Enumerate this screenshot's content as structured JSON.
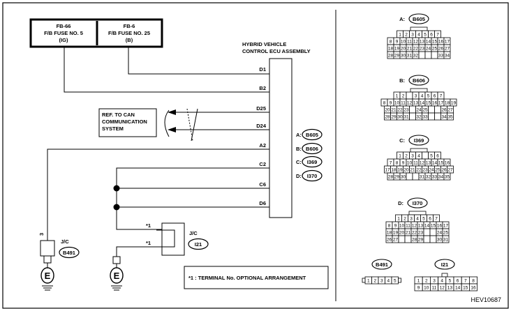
{
  "diagram_id": "HEV10687",
  "fuses": [
    {
      "id": "FB-66",
      "name": "F/B FUSE NO. 5",
      "note": "(IG)"
    },
    {
      "id": "FB-6",
      "name": "F/B FUSE NO. 25",
      "note": "(B)"
    }
  ],
  "ecu": {
    "title_line1": "HYBRID VEHICLE",
    "title_line2": "CONTROL ECU ASSEMBLY",
    "pins": [
      "D1",
      "B2",
      "D25",
      "D24",
      "A2",
      "C2",
      "C6",
      "D6"
    ],
    "connectors": [
      {
        "letter": "A:",
        "code": "B605"
      },
      {
        "letter": "B:",
        "code": "B606"
      },
      {
        "letter": "C:",
        "code": "I369"
      },
      {
        "letter": "D:",
        "code": "I370"
      }
    ]
  },
  "can_ref": {
    "line1": "REF. TO CAN",
    "line2": "COMMUNICATION",
    "line3": "SYSTEM"
  },
  "jc_left": {
    "label": "J/C",
    "code": "B491",
    "pin": "3"
  },
  "jc_right": {
    "label": "J/C",
    "code": "I21",
    "marks": [
      "*1",
      "*1"
    ]
  },
  "ground_symbol": "E",
  "footnote": "*1   : TERMINAL No. OPTIONAL ARRANGEMENT",
  "pinouts": [
    {
      "title": "A:",
      "code": "B605",
      "rows": [
        [
          "1",
          "2",
          "3",
          "4",
          "5",
          "6",
          "7"
        ],
        [
          "8",
          "9",
          "10",
          "11",
          "12",
          "13",
          "14",
          "15",
          "16",
          "17"
        ],
        [
          "18",
          "19",
          "20",
          "21",
          "22",
          "23",
          "24",
          "25",
          "26",
          "27"
        ],
        [
          "28",
          "29",
          "30",
          "31",
          "32",
          "",
          "",
          "",
          "33",
          "34"
        ]
      ]
    },
    {
      "title": "B:",
      "code": "B606",
      "rows": [
        [
          "1",
          "2",
          "",
          "3",
          "4",
          "5",
          "6",
          "7"
        ],
        [
          "8",
          "9",
          "10",
          "11",
          "12",
          "13",
          "14",
          "15",
          "16",
          "17",
          "18",
          "19"
        ],
        [
          "20",
          "21",
          "22",
          "23",
          "",
          "24",
          "25",
          "",
          "",
          "26",
          "27"
        ],
        [
          "28",
          "29",
          "30",
          "31",
          "",
          "32",
          "33",
          "",
          "",
          "34",
          "35"
        ]
      ]
    },
    {
      "title": "C:",
      "code": "I369",
      "rows": [
        [
          "1",
          "2",
          "3",
          "4",
          "",
          "5",
          "6"
        ],
        [
          "7",
          "8",
          "9",
          "10",
          "11",
          "12",
          "13",
          "14",
          "15",
          "16"
        ],
        [
          "17",
          "18",
          "19",
          "20",
          "21",
          "22",
          "23",
          "24",
          "25",
          "26",
          "27"
        ],
        [
          "28",
          "29",
          "30",
          "",
          "",
          "31",
          "32",
          "33",
          "34",
          "35"
        ]
      ]
    },
    {
      "title": "D:",
      "code": "I370",
      "rows": [
        [
          "1",
          "2",
          "3",
          "4",
          "5",
          "6",
          "7"
        ],
        [
          "8",
          "9",
          "10",
          "11",
          "12",
          "13",
          "14",
          "15",
          "16",
          "17"
        ],
        [
          "18",
          "19",
          "20",
          "21",
          "22",
          "23",
          "",
          "",
          "24",
          "25"
        ],
        [
          "26",
          "27",
          "",
          "",
          "28",
          "29",
          "",
          "",
          "30",
          "31"
        ]
      ]
    }
  ],
  "small_connectors": [
    {
      "code": "B491",
      "pins": [
        "1",
        "2",
        "3",
        "4",
        "5"
      ]
    },
    {
      "code": "I21",
      "row1": [
        "1",
        "2",
        "3",
        "4",
        "5",
        "6",
        "7",
        "8"
      ],
      "row2": [
        "9",
        "10",
        "11",
        "12",
        "13",
        "14",
        "15",
        "16"
      ]
    }
  ]
}
